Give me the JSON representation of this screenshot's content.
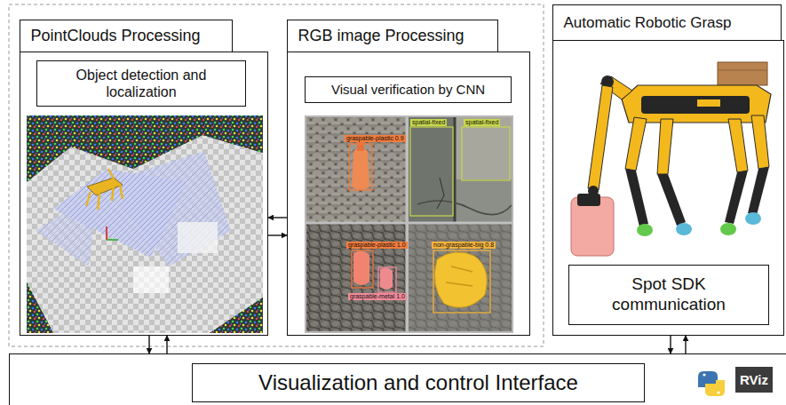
{
  "diagram": {
    "nodes": [
      {
        "text": [
          "PointClouds Processing"
        ]
      },
      {
        "text": [
          "Object detection and localization"
        ],
        "in": 0
      },
      {
        "text": [
          "RGB image Processing"
        ]
      },
      {
        "text": [
          "Visual verification by CNN"
        ],
        "in": 2
      },
      {
        "text": [
          "Automatic Robotic Grasp"
        ]
      },
      {
        "text": [
          "Spot SDK communication"
        ],
        "in": 4
      },
      {
        "text": [
          "Visualization and control Interface"
        ]
      }
    ],
    "edges": [
      {
        "from": 2,
        "to": 0,
        "arrow": "to"
      },
      {
        "from": 0,
        "to": 2,
        "arrow": "to"
      },
      {
        "from": 0,
        "to": 6,
        "arrow": "to"
      },
      {
        "from": 6,
        "to": 0,
        "arrow": "to"
      },
      {
        "from": 4,
        "to": 6,
        "arrow": "to"
      },
      {
        "from": 6,
        "to": 4,
        "arrow": "to"
      }
    ],
    "labels": [
      "graspable-plastic 0.9",
      "spatial-fixed",
      "spatial-fixed",
      "graspable-plastic 1.0",
      "graspable-metal 1.0",
      "non-graspable-big 0.8",
      "RViz"
    ]
  }
}
